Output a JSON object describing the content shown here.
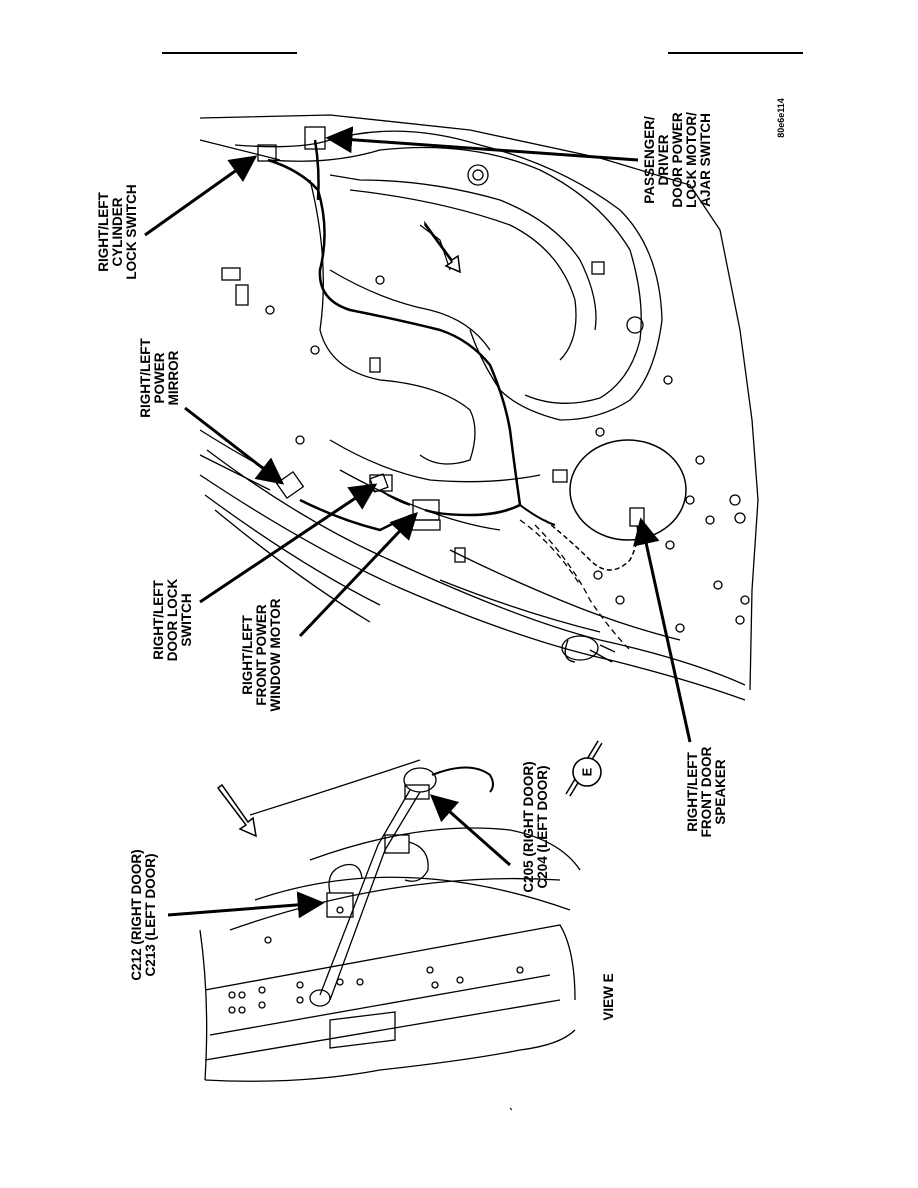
{
  "figure_id": "80e6e114",
  "view_label": "VIEW  E",
  "view_marker": "E",
  "callouts": {
    "cylinder_lock_switch": [
      "RIGHT/LEFT",
      "CYLINDER",
      "LOCK  SWITCH"
    ],
    "power_mirror": [
      "RIGHT/LEFT",
      "POWER",
      "MIRROR"
    ],
    "door_lock_switch": [
      "RIGHT/LEFT",
      "DOOR  LOCK",
      "SWITCH"
    ],
    "front_power_window_motor": [
      "RIGHT/LEFT",
      "FRONT  POWER",
      "WINDOW  MOTOR"
    ],
    "front_door_speaker": [
      "RIGHT/LEFT",
      "FRONT  DOOR",
      "SPEAKER"
    ],
    "door_power_lock_motor": [
      "PASSENGER/",
      "DRIVER",
      "DOOR  POWER",
      "LOCK  MOTOR/",
      "AJAR  SWITCH"
    ],
    "c212_c213": [
      "C212  (RIGHT  DOOR)",
      "C213  (LEFT  DOOR)"
    ],
    "c205_c204": [
      "C205  (RIGHT  DOOR)",
      "C204  (LEFT  DOOR)"
    ]
  }
}
